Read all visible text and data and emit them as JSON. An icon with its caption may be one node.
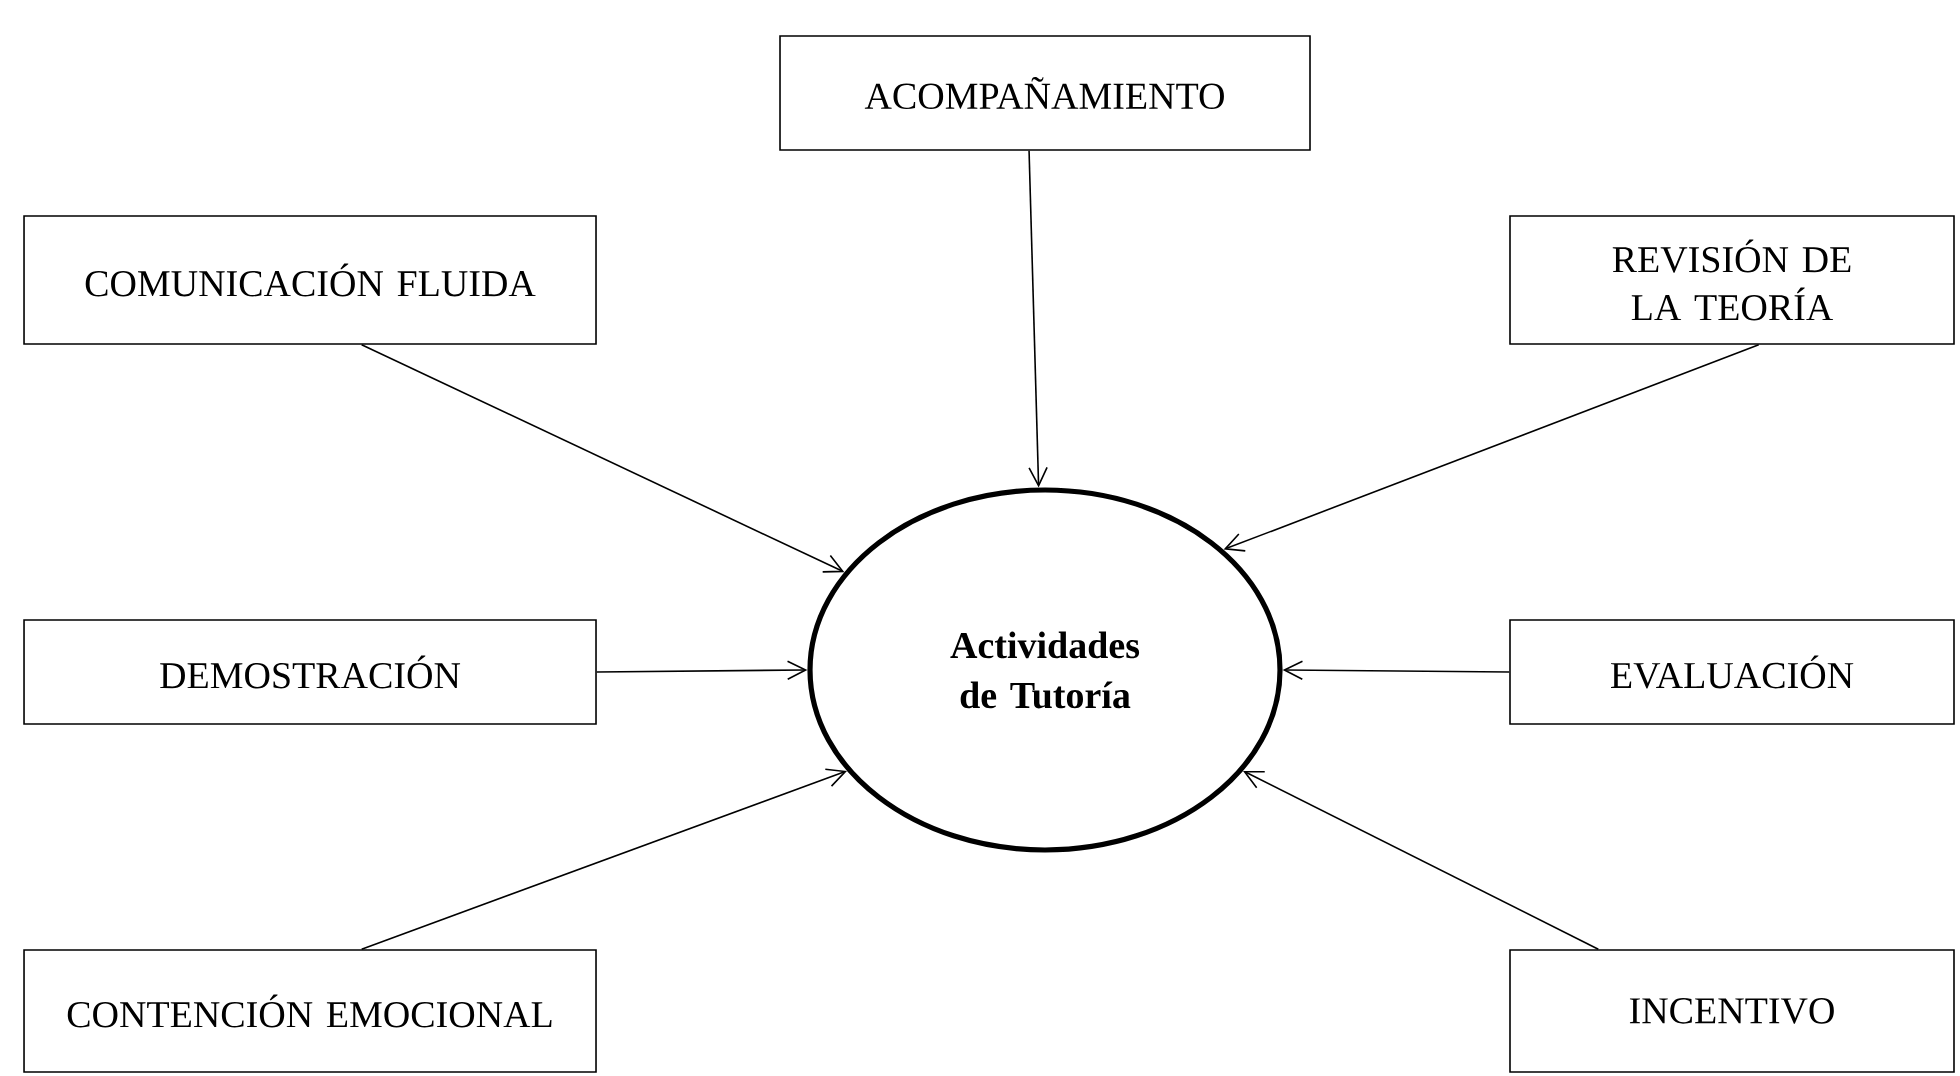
{
  "diagram": {
    "nodes": [
      {
        "text": [
          "ACOMPAÑAMIENTO"
        ]
      },
      {
        "text": [
          "COMUNICACIÓN FLUIDA"
        ]
      },
      {
        "text": [
          "REVISIÓN DE LA TEORÍA"
        ]
      },
      {
        "text": [
          "Actividades de Tutoría"
        ]
      },
      {
        "text": [
          "DEMOSTRACIÓN"
        ]
      },
      {
        "text": [
          "EVALUACIÓN"
        ]
      },
      {
        "text": [
          "CONTENCIÓN EMOCIONAL"
        ]
      },
      {
        "text": [
          "INCENTIVO"
        ]
      }
    ],
    "edges": [
      {
        "from": 0,
        "to": 3,
        "arrow": "to"
      },
      {
        "from": 1,
        "to": 3,
        "arrow": "to"
      },
      {
        "from": 2,
        "to": 3,
        "arrow": "to"
      },
      {
        "from": 4,
        "to": 3,
        "arrow": "to"
      },
      {
        "from": 5,
        "to": 3,
        "arrow": "to"
      },
      {
        "from": 6,
        "to": 3,
        "arrow": "to"
      },
      {
        "from": 7,
        "to": 3,
        "arrow": "to"
      }
    ]
  }
}
